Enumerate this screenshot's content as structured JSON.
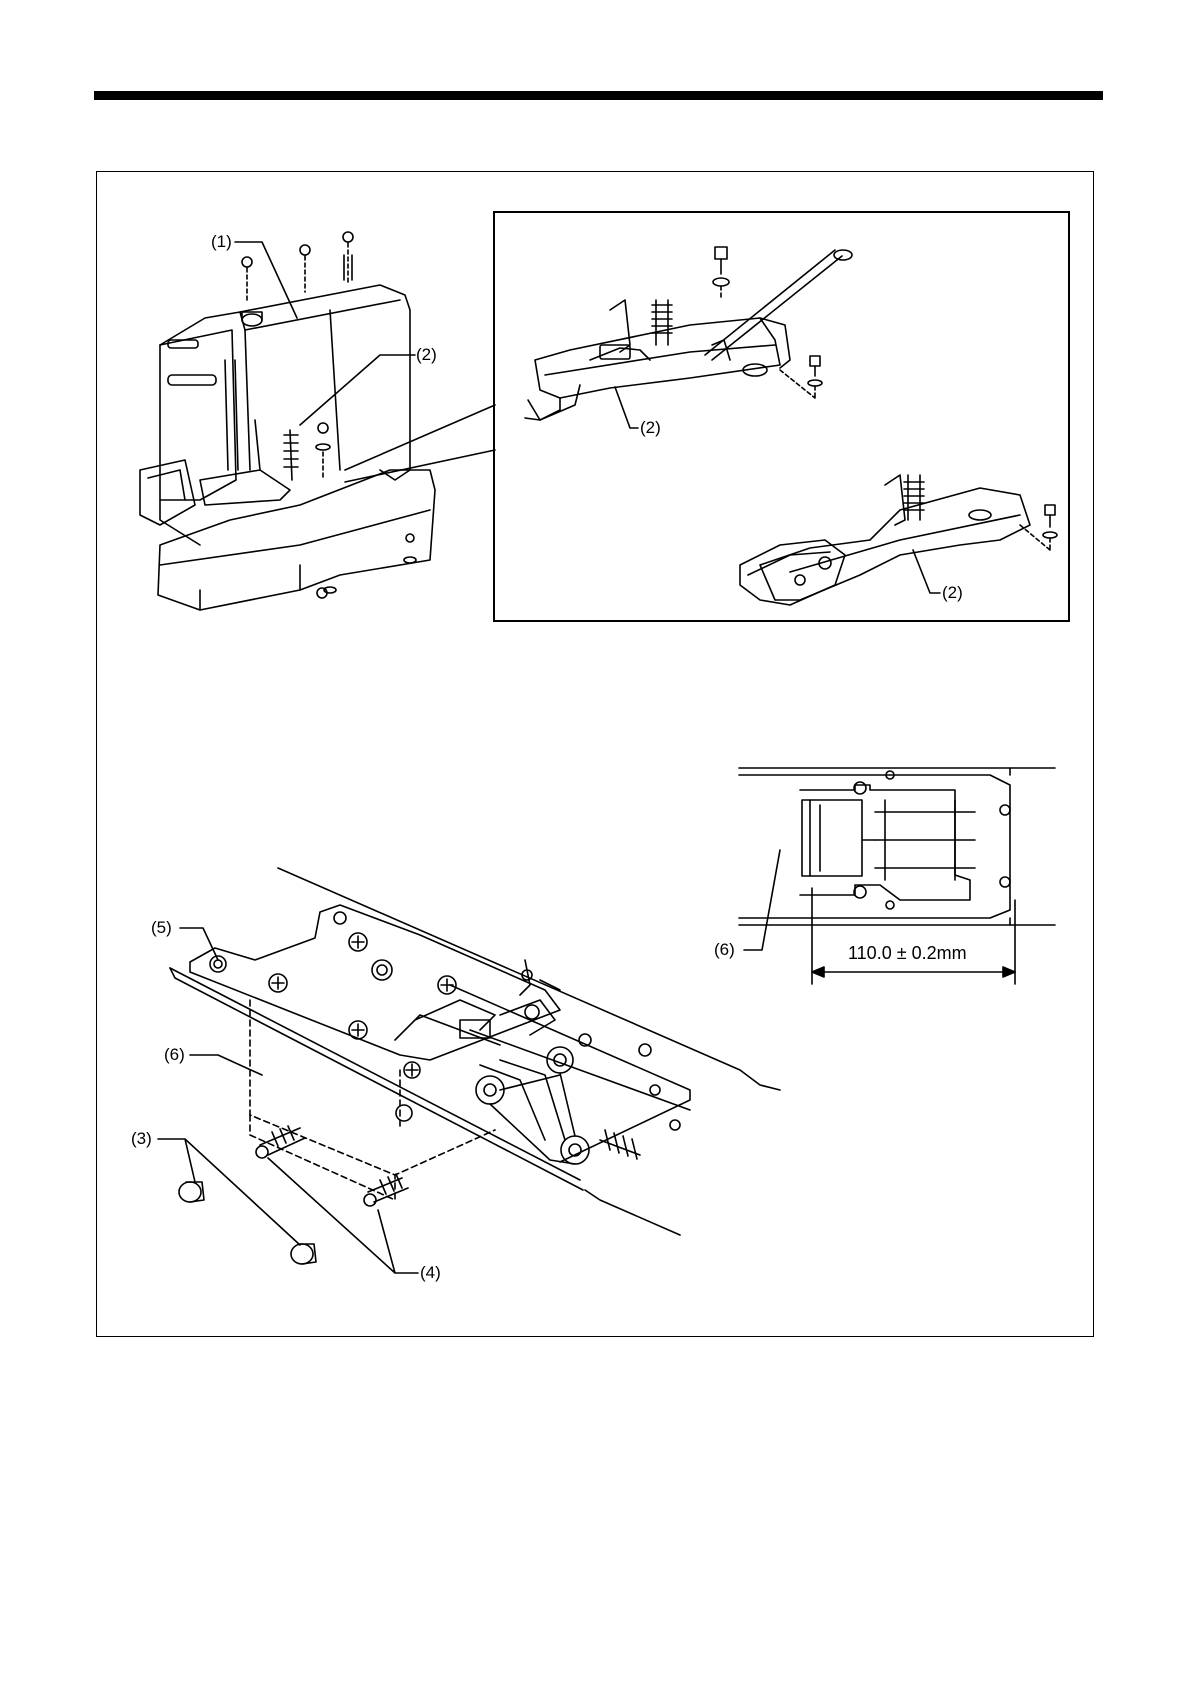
{
  "labels": {
    "l1": "(1)",
    "l2a": "(2)",
    "l2b": "(2)",
    "l2c": "(2)",
    "l3": "(3)",
    "l4": "(4)",
    "l5": "(5)",
    "l6a": "(6)",
    "l6b": "(6)"
  },
  "dimension": "110.0 ± 0.2mm"
}
